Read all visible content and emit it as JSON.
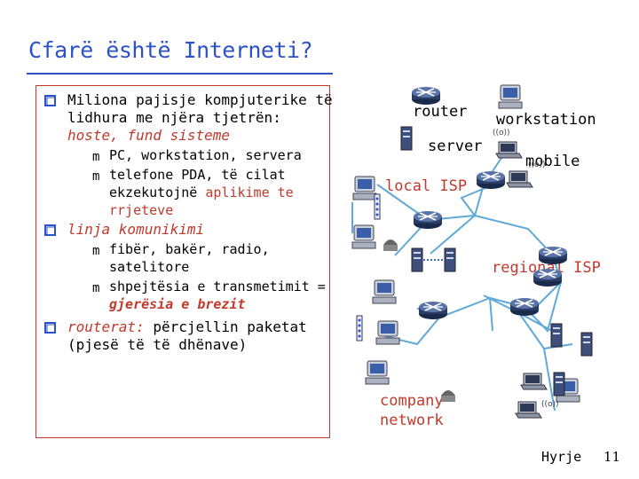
{
  "title": "Cfarë është Interneti?",
  "bullets": [
    {
      "line1": "Miliona pajisje kompjuterike të",
      "line2": "lidhura me njëra tjetrën:",
      "line3": "hoste, fund sisteme",
      "subs": [
        {
          "text": "PC, workstation, servera"
        },
        {
          "text1": "telefone PDA, të cilat",
          "text2": "ekzekutojnë ",
          "text2_red": "aplikime te",
          "text3": "rrjeteve"
        }
      ]
    },
    {
      "line1": "linja komunikimi",
      "subs": [
        {
          "text": "fibër, bakër, radio, satelitore"
        },
        {
          "text1": "shpejtësia e transmetimit =",
          "text2": "gjerësia e brezit"
        }
      ]
    },
    {
      "line1_red": "routerat:",
      "line1": " përcjellin paketat",
      "line2": "(pjesë të të dhënave)"
    }
  ],
  "legend": {
    "router": "router",
    "workstation": "workstation",
    "server": "server",
    "mobile": "mobile"
  },
  "network": {
    "local_isp": "local ISP",
    "regional_isp": "regional ISP",
    "company_network": "company network",
    "company_line1": "company",
    "company_line2": "network"
  },
  "footer": {
    "section": "Hyrje",
    "page": "11"
  }
}
